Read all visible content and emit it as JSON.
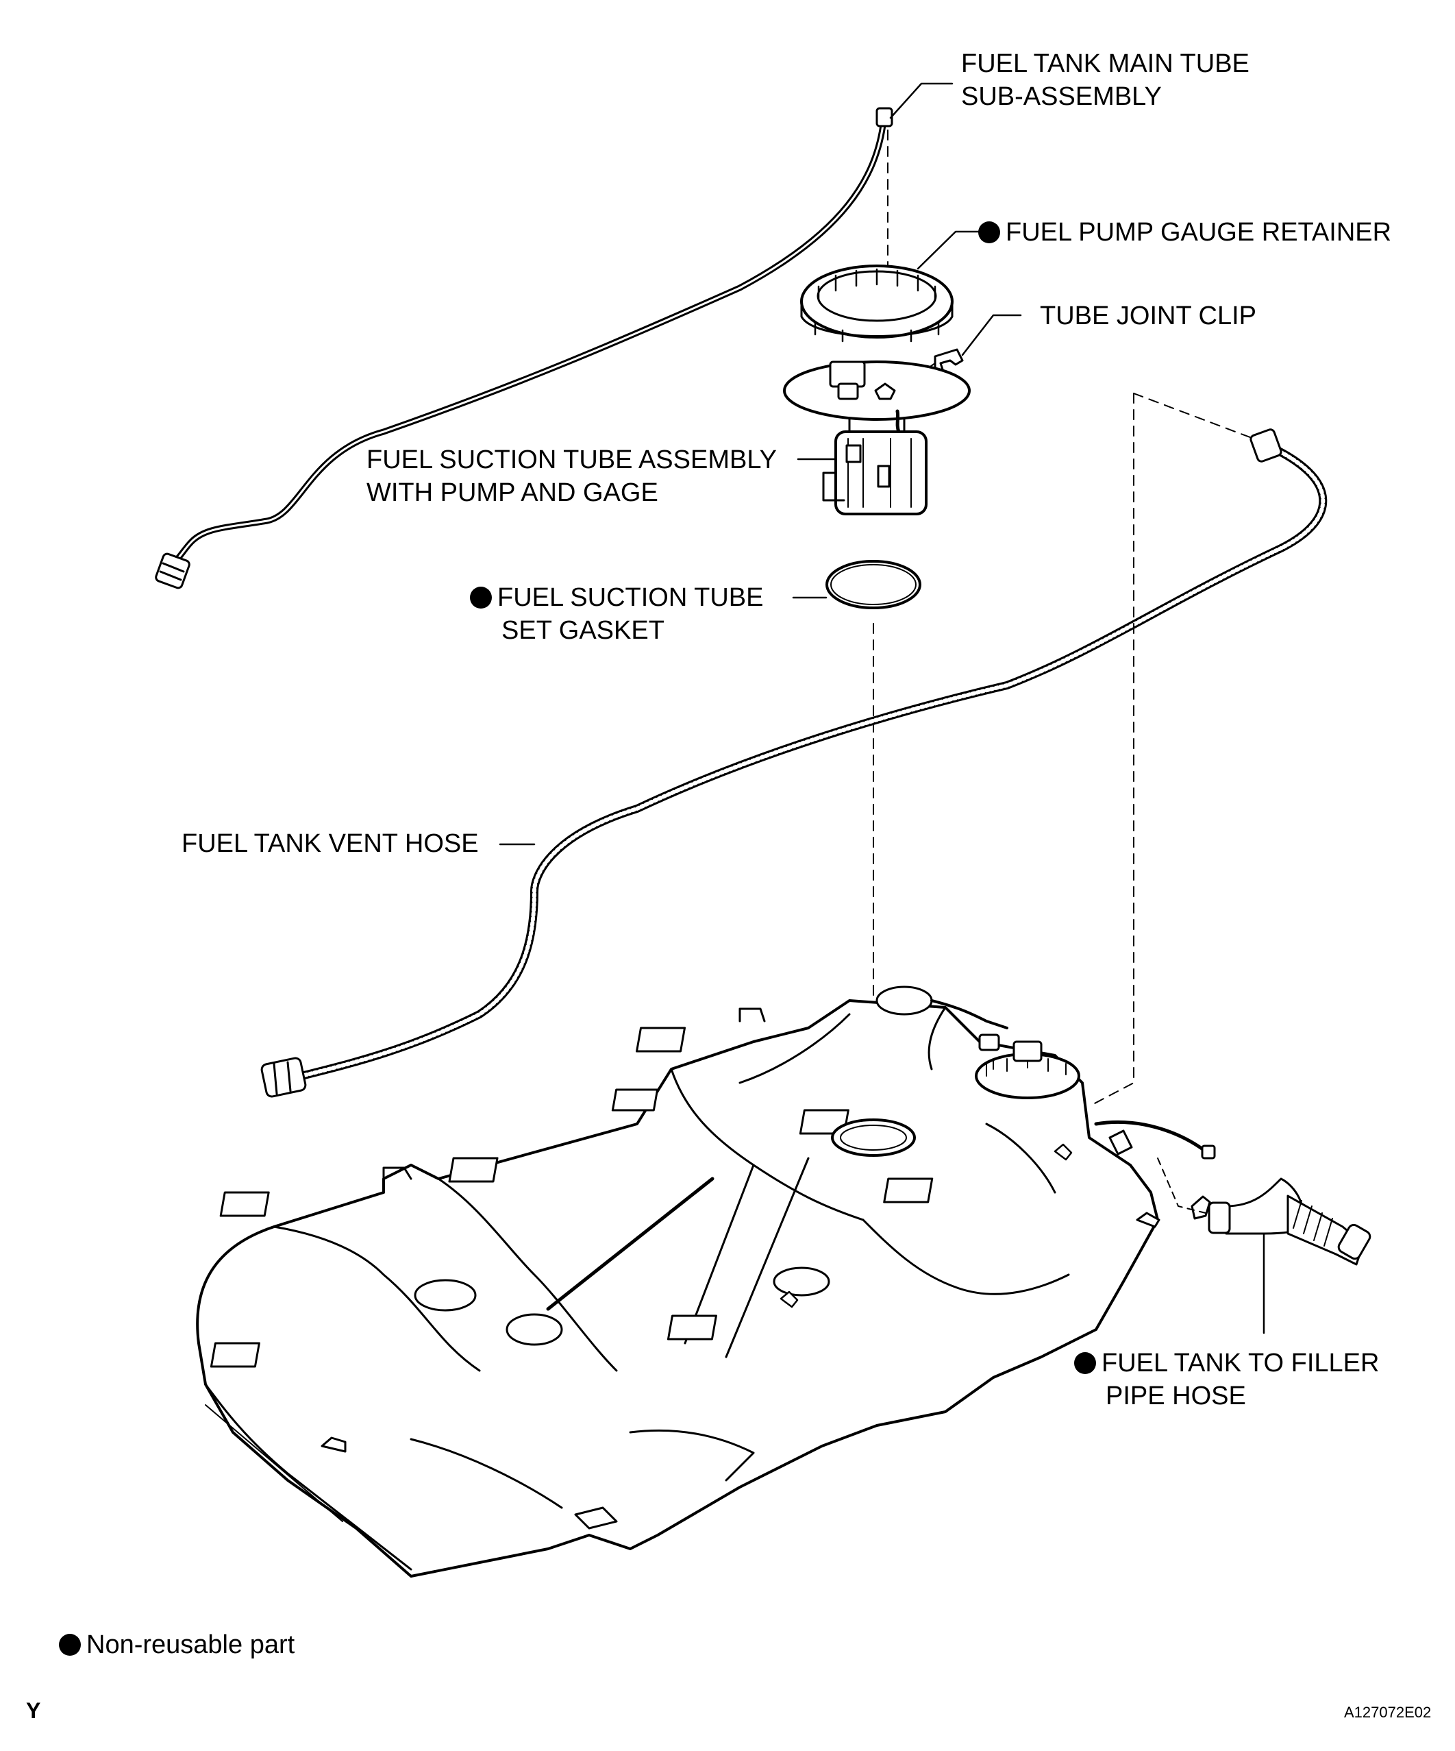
{
  "labels": {
    "main_tube_l1": "FUEL TANK MAIN TUBE",
    "main_tube_l2": "SUB-ASSEMBLY",
    "retainer": "FUEL PUMP GAUGE RETAINER",
    "clip": "TUBE JOINT CLIP",
    "suction_l1": "FUEL SUCTION TUBE ASSEMBLY",
    "suction_l2": "WITH PUMP AND GAGE",
    "gasket_l1": "FUEL SUCTION TUBE",
    "gasket_l2": "SET GASKET",
    "vent_hose": "FUEL TANK VENT HOSE",
    "filler_l1": "FUEL TANK TO FILLER",
    "filler_l2": "PIPE HOSE"
  },
  "legend": {
    "text": "Non-reusable part"
  },
  "footer": {
    "left_mark": "Y",
    "figure_code": "A127072E02"
  },
  "icons": {
    "non_reusable": "filled-circle-icon"
  }
}
